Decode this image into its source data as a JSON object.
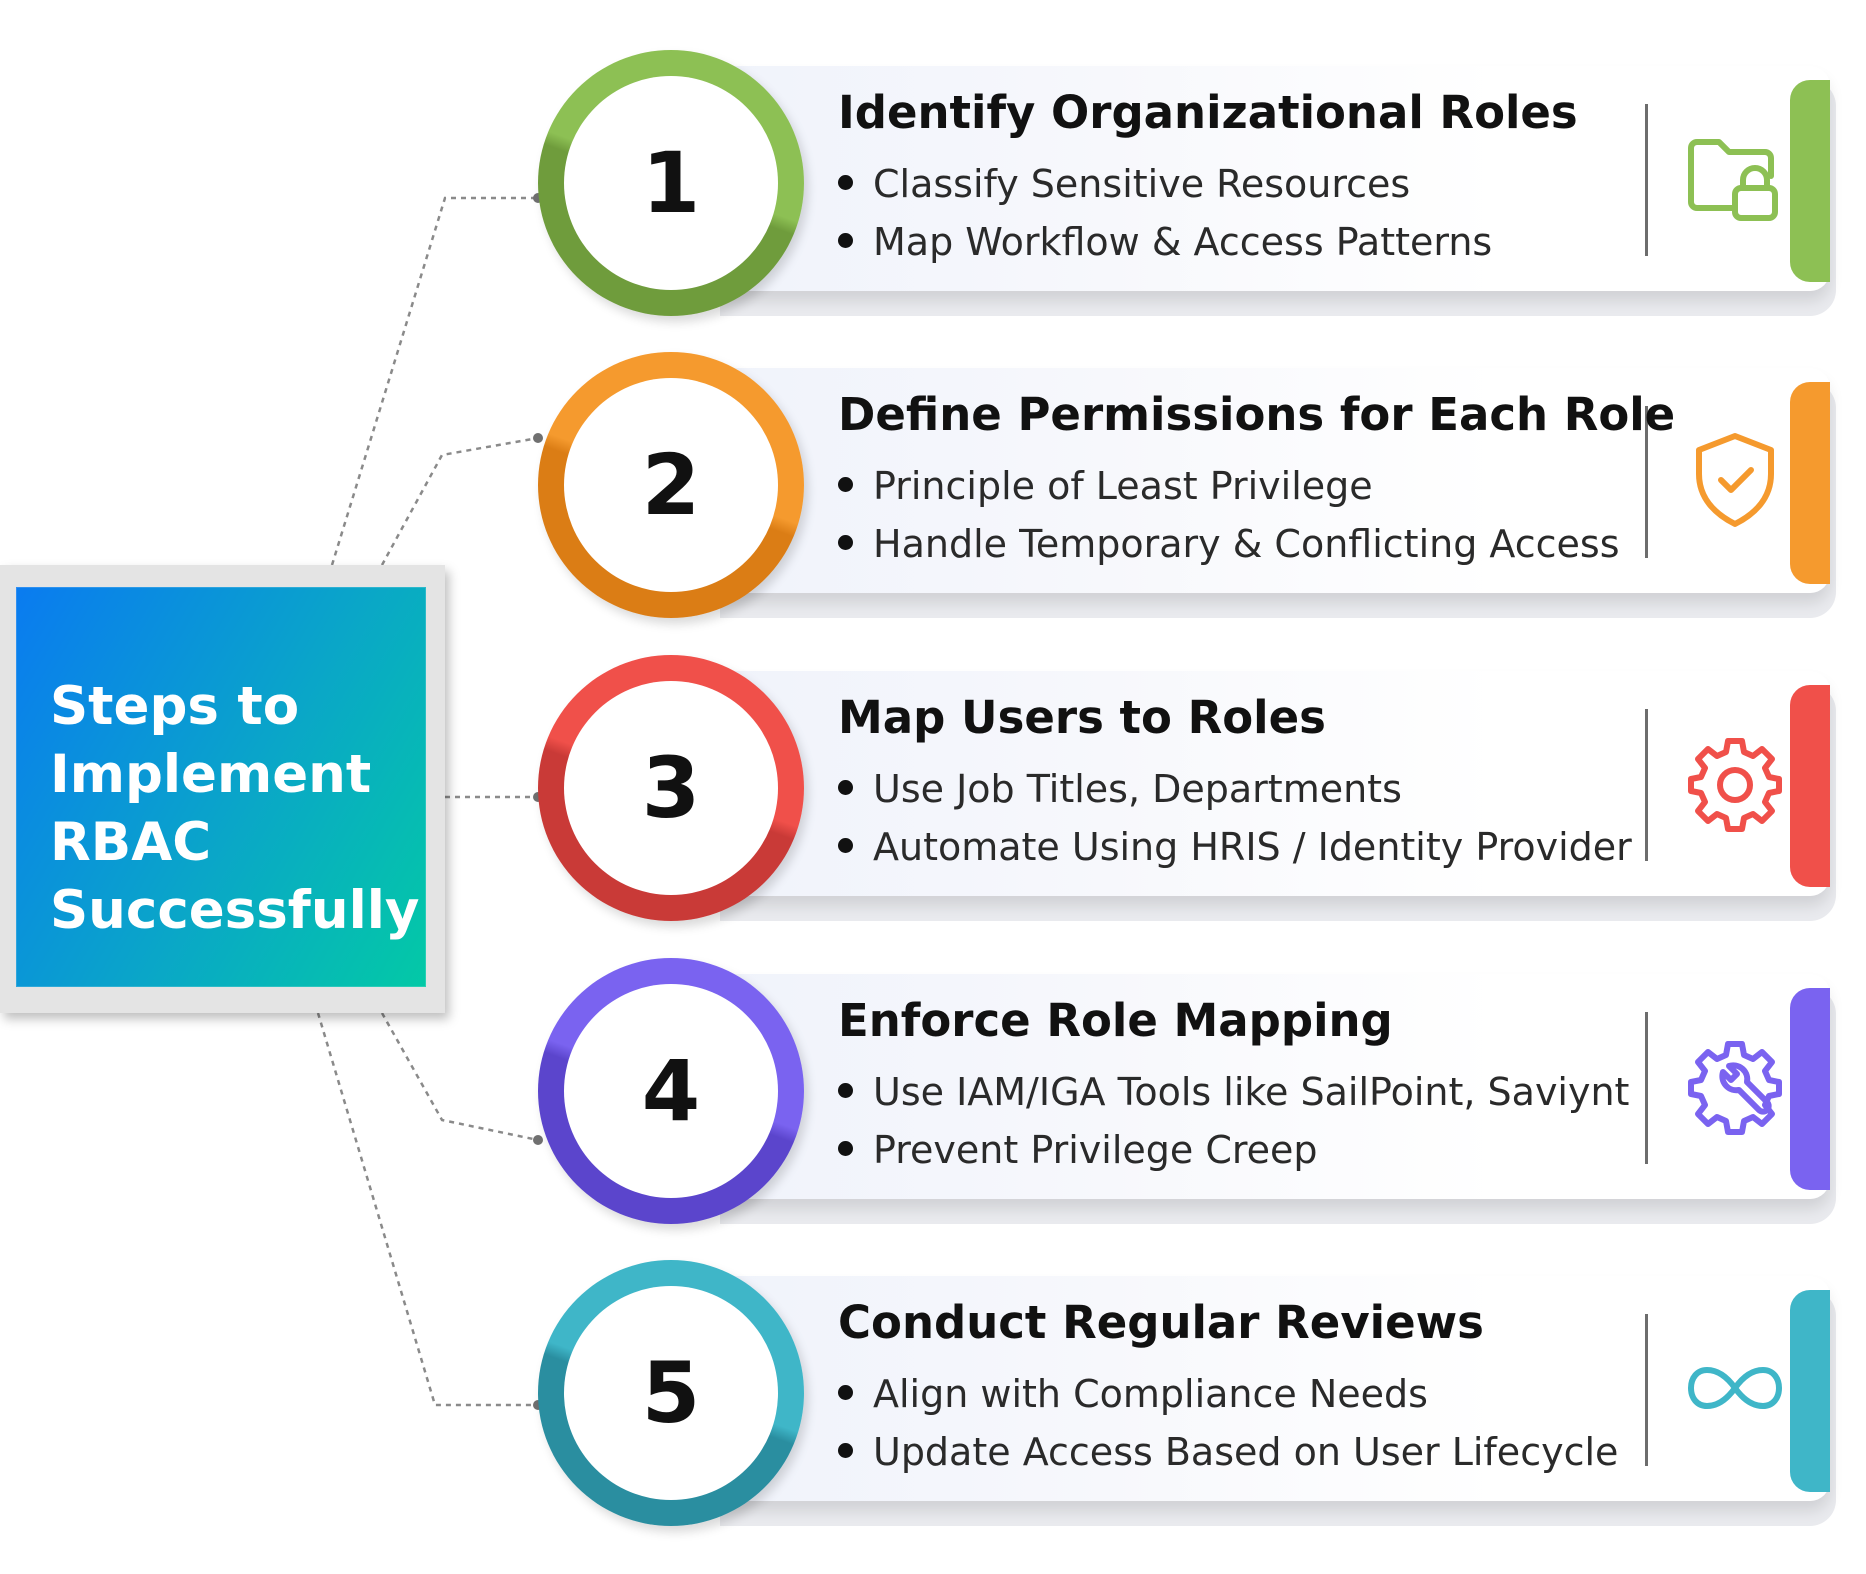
{
  "title": "Steps to\nImplement\nRBAC\nSuccessfully",
  "steps": [
    {
      "number": "1",
      "heading": "Identify Organizational Roles",
      "bullets": [
        "Classify Sensitive Resources",
        "Map Workflow & Access Patterns"
      ],
      "icon": "folder-lock-icon",
      "color": "#8dc054",
      "color_dark": "#6f9c3c"
    },
    {
      "number": "2",
      "heading": "Define Permissions for Each Role",
      "bullets": [
        "Principle of Least Privilege",
        "Handle Temporary & Conflicting Access"
      ],
      "icon": "shield-check-icon",
      "color": "#f59a2e",
      "color_dark": "#db7d15"
    },
    {
      "number": "3",
      "heading": "Map Users to Roles",
      "bullets": [
        "Use Job Titles, Departments",
        "Automate Using HRIS / Identity Provider"
      ],
      "icon": "gear-icon",
      "color": "#f0504a",
      "color_dark": "#c93a37"
    },
    {
      "number": "4",
      "heading": "Enforce Role Mapping",
      "bullets": [
        "Use IAM/IGA Tools like SailPoint, Saviynt",
        "Prevent Privilege Creep"
      ],
      "icon": "gear-wrench-icon",
      "color": "#7a63f0",
      "color_dark": "#5b45cc"
    },
    {
      "number": "5",
      "heading": "Conduct Regular Reviews",
      "bullets": [
        "Align with Compliance Needs",
        "Update Access Based on User Lifecycle"
      ],
      "icon": "infinity-icon",
      "color": "#3fb6c8",
      "color_dark": "#2a8ea0"
    }
  ]
}
